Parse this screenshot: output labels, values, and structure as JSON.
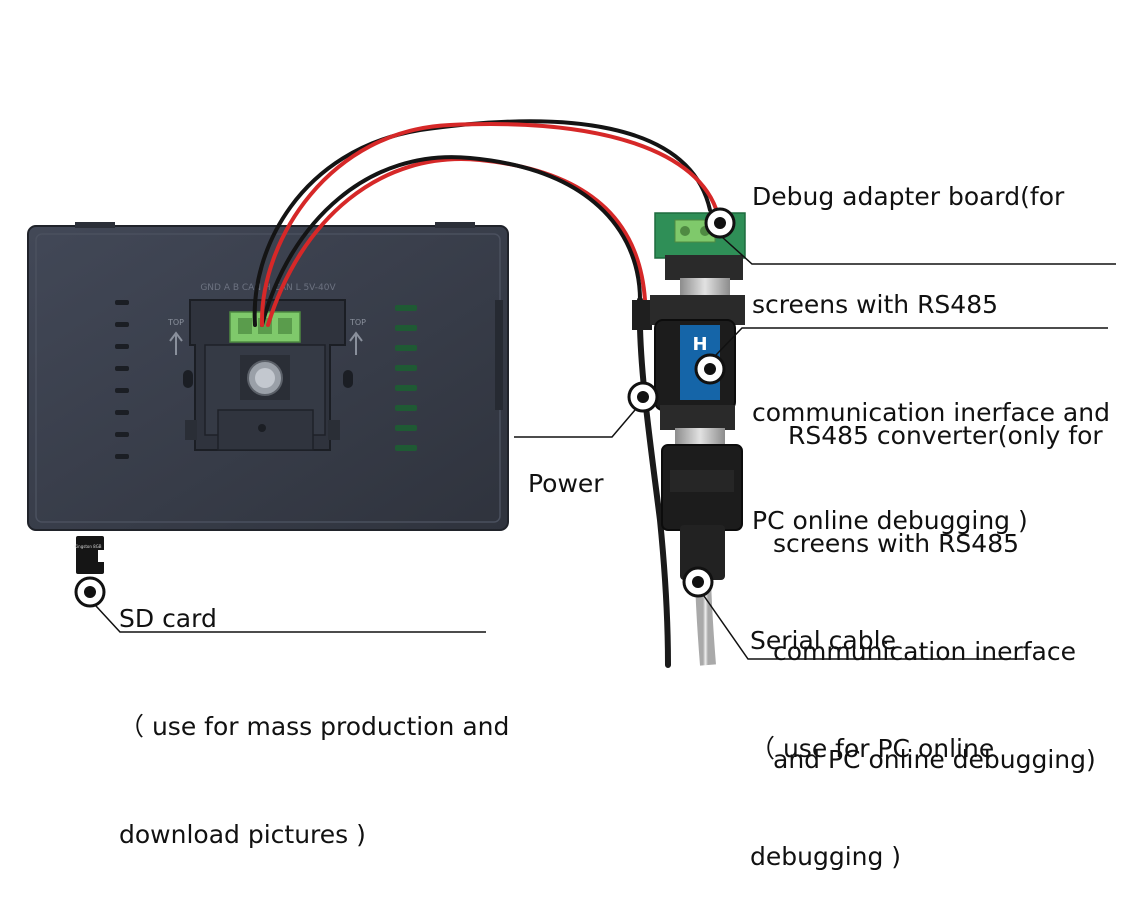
{
  "labels": {
    "debug_board": [
      "Debug adapter board(for",
      "screens with RS485",
      "communication inerface and",
      "PC online debugging )"
    ],
    "rs485": [
      "RS485 converter(only for",
      "screens with RS485",
      "communication inerface",
      "and PC online debugging)"
    ],
    "power": [
      "Power"
    ],
    "sd_card": [
      "SD card",
      "（ use for mass production and",
      "download pictures )"
    ],
    "serial_cable": [
      "Serial cable",
      "（ use for PC online",
      "debugging )"
    ]
  },
  "device_silkscreen": {
    "top_left": "TOP",
    "top_right": "TOP",
    "header_text": "GND A B CAN H CAN L 5V-40V"
  },
  "sd_card_print": "Kingston 8GB",
  "colors": {
    "device_body": "#3a3f4c",
    "device_dark": "#2b2f38",
    "terminal_green": "#7fc96b",
    "pcb_green": "#2f8f57",
    "wire_red": "#d62828",
    "wire_black": "#141414",
    "connector_metal": "#b8b8b8",
    "cable_clear": "#cfcfcf"
  }
}
